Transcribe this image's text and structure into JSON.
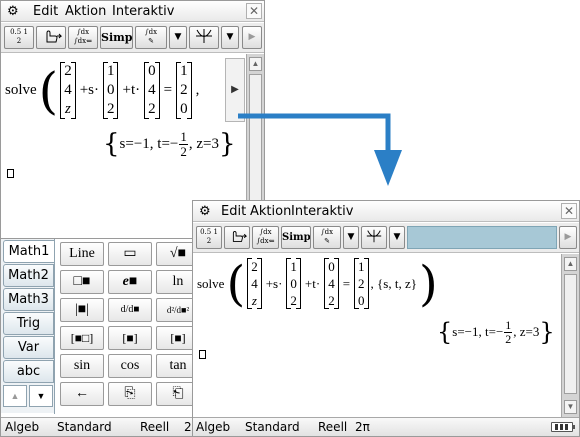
{
  "menubar": {
    "gear_icon": "⚙",
    "menu_edit": "Edit",
    "menu_action": "Aktion",
    "menu_interactive": "Interaktiv",
    "close_icon": "✕"
  },
  "toolbar": {
    "frac_dec_top": "0.5",
    "frac_dec_bottom": "1",
    "frac_dec_num": "2",
    "simp_label": "Simp",
    "dropdown": "▼",
    "more_right": "▶"
  },
  "expression": {
    "command": "solve",
    "vec1": [
      "2",
      "4",
      "z"
    ],
    "plus_s": "+s·",
    "vec2": [
      "1",
      "0",
      "2"
    ],
    "plus_t": "+t·",
    "vec3": [
      "0",
      "4",
      "2"
    ],
    "equals": "=",
    "vec4": [
      "1",
      "2",
      "0"
    ],
    "var_list": ", {s, t, z}",
    "comma_back": ","
  },
  "result": {
    "part1": "s=−1, t=−",
    "frac_num": "1",
    "frac_den": "2",
    "part2": ", z=3"
  },
  "keypad": {
    "tabs": [
      "Math1",
      "Math2",
      "Math3",
      "Trig",
      "Var",
      "abc"
    ],
    "active_tab": "Math1",
    "keys": [
      "Line",
      "▭",
      "√■",
      "",
      "□■",
      "e■",
      "ln",
      "",
      "|■|",
      "d/d■",
      "d²/d■²",
      "",
      "[■□]",
      "[■]",
      "[■]",
      "",
      "sin",
      "cos",
      "tan",
      "",
      "←",
      "⎘",
      "⎗",
      ""
    ]
  },
  "status": {
    "mode1": "Algeb",
    "mode2": "Standard",
    "mode3": "Reell",
    "mode4": "2π",
    "mode4_back": "2"
  },
  "colors": {
    "arrow": "#2b7fc6",
    "toolbar_fill": "#a7c8d6"
  }
}
